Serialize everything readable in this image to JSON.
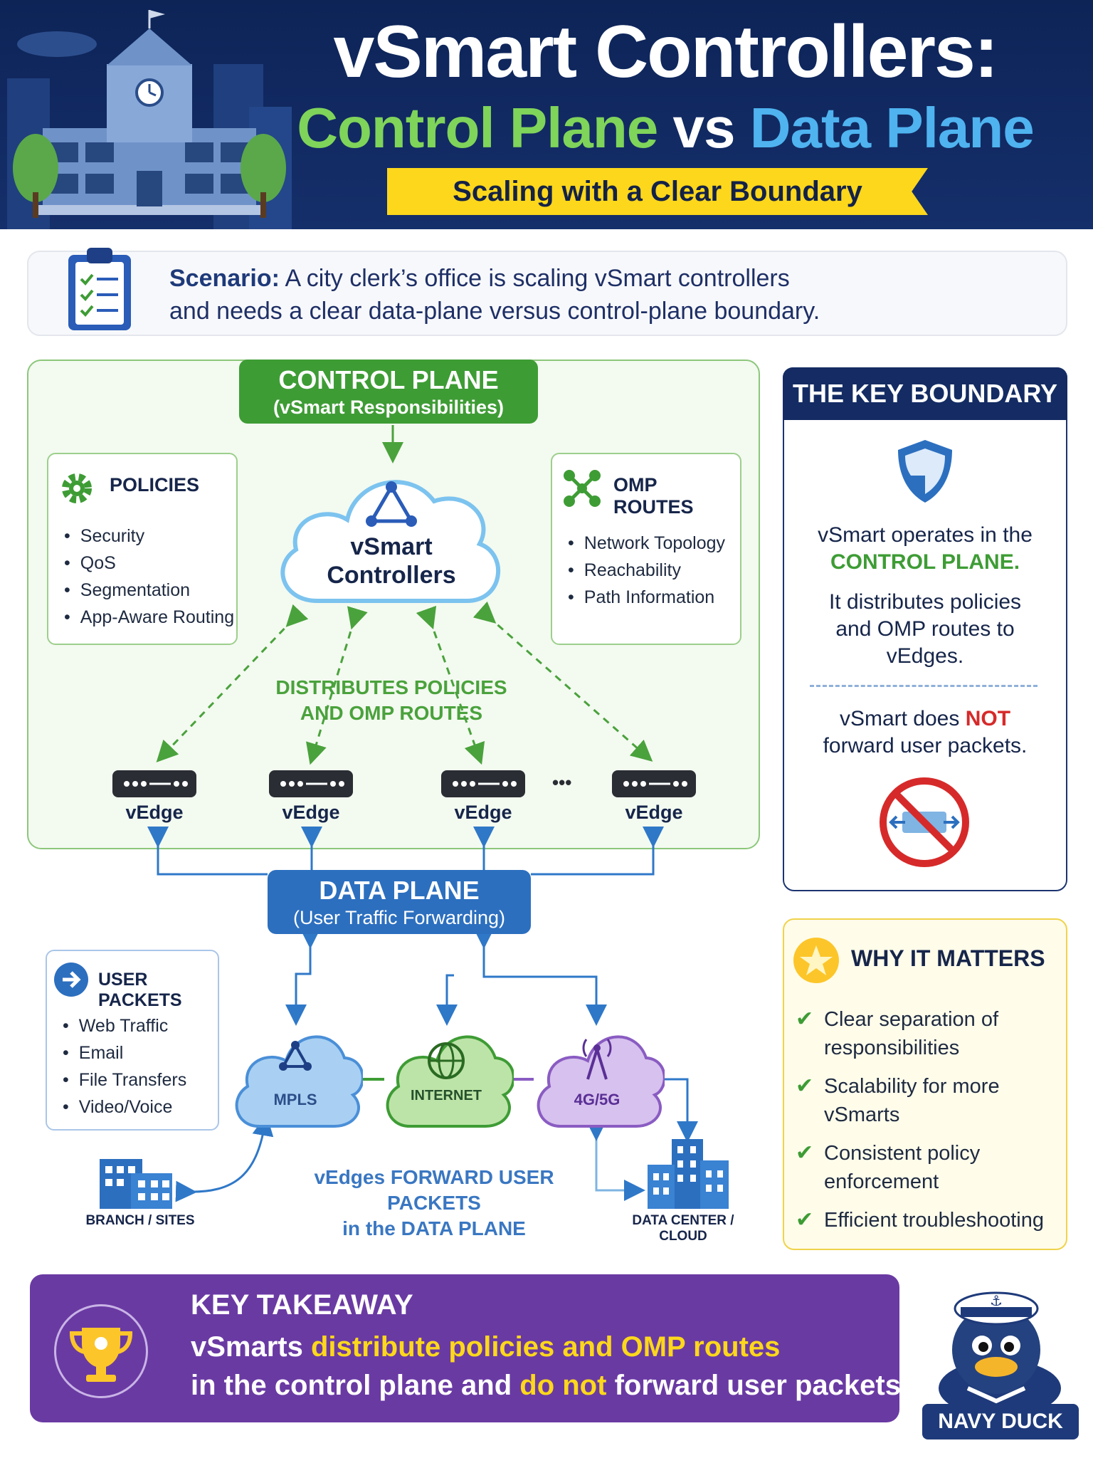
{
  "header": {
    "title_line1": "vSmart Controllers:",
    "title_line2_part1": "Control Plane",
    "title_line2_part2": "vs",
    "title_line2_part3": "Data Plane",
    "banner": "Scaling with a Clear Boundary"
  },
  "scenario": {
    "label": "Scenario:",
    "text_line1": "A city clerk’s office is scaling vSmart controllers",
    "text_line2": "and needs a clear data-plane versus control-plane boundary."
  },
  "control_plane": {
    "title": "CONTROL PLANE",
    "subtitle": "(vSmart Responsibilities)",
    "policies": {
      "title": "POLICIES",
      "items": [
        "Security",
        "QoS",
        "Segmentation",
        "App-Aware Routing"
      ]
    },
    "omp_routes": {
      "title": "OMP ROUTES",
      "items": [
        "Network Topology",
        "Reachability",
        "Path Information"
      ]
    },
    "vsmart_line1": "vSmart",
    "vsmart_line2": "Controllers",
    "distributes_line1": "DISTRIBUTES POLICIES",
    "distributes_line2": "AND OMP ROUTES",
    "vedges": [
      "vEdge",
      "vEdge",
      "vEdge",
      "vEdge"
    ],
    "ellipsis": "•••"
  },
  "data_plane": {
    "title": "DATA PLANE",
    "subtitle": "(User Traffic Forwarding)",
    "user_packets": {
      "title": "USER PACKETS",
      "items": [
        "Web Traffic",
        "Email",
        "File Transfers",
        "Video/Voice"
      ]
    },
    "clouds": [
      "MPLS",
      "INTERNET",
      "4G/5G"
    ],
    "branch_label": "BRANCH / SITES",
    "datacenter_label": "DATA CENTER / CLOUD",
    "footer_line1": "vEdges FORWARD USER PACKETS",
    "footer_line2": "in the DATA PLANE"
  },
  "key_boundary": {
    "title": "THE KEY BOUNDARY",
    "line1": "vSmart operates in the",
    "line2": "CONTROL PLANE.",
    "line3": "It distributes policies",
    "line4": "and OMP routes to",
    "line5": "vEdges.",
    "line6_part1": "vSmart does",
    "line6_part2": "NOT",
    "line7": "forward user packets."
  },
  "why_it_matters": {
    "title": "WHY IT MATTERS",
    "items": [
      [
        "Clear separation of",
        "responsibilities"
      ],
      [
        "Scalability for more",
        "vSmarts"
      ],
      [
        "Consistent policy",
        "enforcement"
      ],
      [
        "Efficient troubleshooting"
      ]
    ]
  },
  "key_takeaway": {
    "title": "KEY TAKEAWAY",
    "line1_part1": "vSmarts",
    "line1_part2": "distribute policies and OMP routes",
    "line2_part1": "in the control plane and",
    "line2_part2": "do not",
    "line2_part3": "forward user packets."
  },
  "mascot": {
    "label": "NAVY DUCK"
  },
  "colors": {
    "header_bg": "#0d2457",
    "control_green": "#3e9c35",
    "data_blue": "#2c6fbf",
    "banner_yellow": "#fcd71c",
    "takeaway_purple": "#6a3aa3",
    "alert_red": "#d62a2a"
  },
  "icons": [
    "city-hall-icon",
    "clipboard-checklist-icon",
    "gear-icon",
    "network-nodes-icon",
    "triangle-network-icon",
    "router-icon",
    "arrow-right-circle-icon",
    "globe-icon",
    "cell-tower-icon",
    "building-icon",
    "shield-icon",
    "no-forward-icon",
    "star-icon",
    "check-icon",
    "trophy-icon",
    "duck-mascot-icon"
  ]
}
